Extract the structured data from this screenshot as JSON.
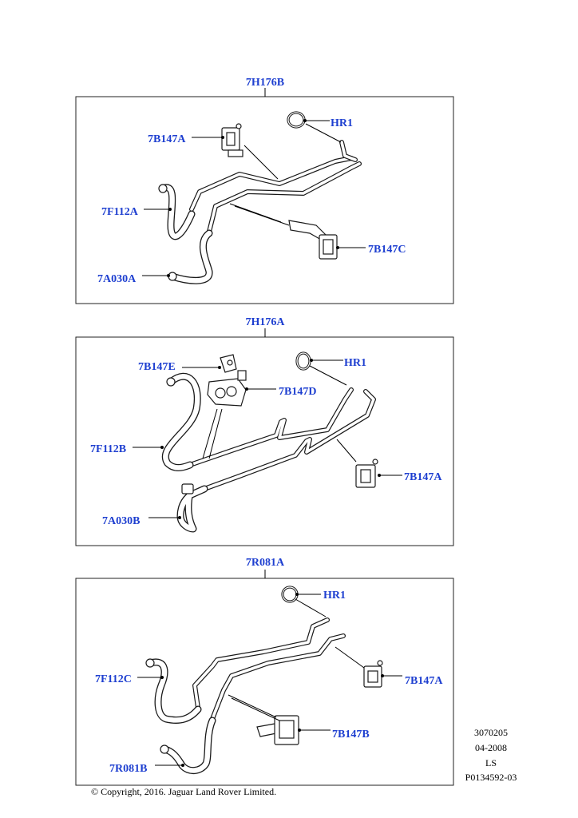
{
  "groups": [
    {
      "assembly": "7H176B",
      "labels": {
        "seal": "HR1",
        "clip_top": "7B147A",
        "hose": "7F112A",
        "end_hose": "7A030A",
        "bracket": "7B147C"
      }
    },
    {
      "assembly": "7H176A",
      "labels": {
        "seal": "HR1",
        "clip_top": "7B147E",
        "block": "7B147D",
        "hose": "7F112B",
        "clip_right": "7B147A",
        "end_hose": "7A030B"
      }
    },
    {
      "assembly": "7R081A",
      "labels": {
        "seal": "HR1",
        "hose": "7F112C",
        "clip_right": "7B147A",
        "bracket": "7B147B",
        "end_hose": "7R081B"
      }
    }
  ],
  "meta": {
    "code": "3070205",
    "date": "04-2008",
    "initials": "LS",
    "reference": "P0134592-03"
  },
  "copyright": "© Copyright, 2016. Jaguar Land Rover Limited."
}
